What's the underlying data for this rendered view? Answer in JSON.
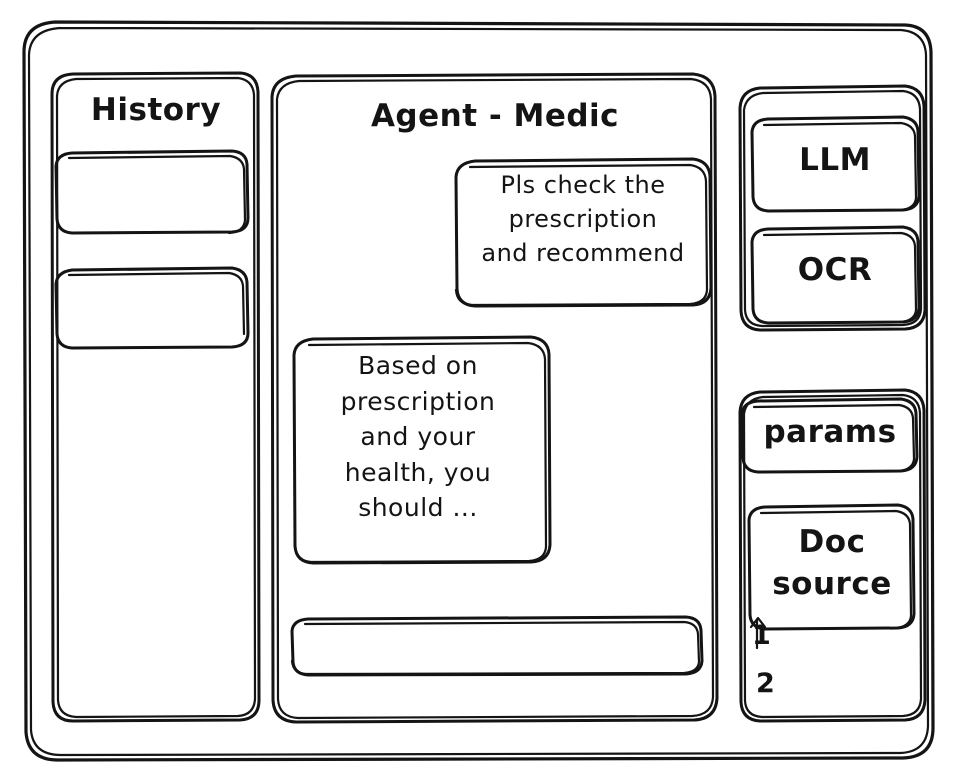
{
  "app": {
    "frame_name": "app-window",
    "background_color": "#ffffff",
    "ink_color": "#141414"
  },
  "sidebar_left": {
    "title": "History",
    "items": [
      {
        "label": "",
        "name": "history-item-1"
      },
      {
        "label": "",
        "name": "history-item-2"
      }
    ]
  },
  "main": {
    "title": "Agent - Medic",
    "messages": [
      {
        "role": "user",
        "text": "Pls check the\nprescription\nand recommend"
      },
      {
        "role": "assistant",
        "text": "Based on\nprescription\nand your\nhealth, you\nshould ..."
      }
    ],
    "composer": {
      "value": "",
      "placeholder": ""
    }
  },
  "sidebar_right": {
    "tools": [
      {
        "label": "LLM",
        "name": "tool-llm"
      },
      {
        "label": "OCR",
        "name": "tool-ocr"
      }
    ],
    "params_button": "params",
    "doc_source": {
      "title": "Doc\nsource",
      "items": [
        "1",
        "2"
      ]
    }
  }
}
